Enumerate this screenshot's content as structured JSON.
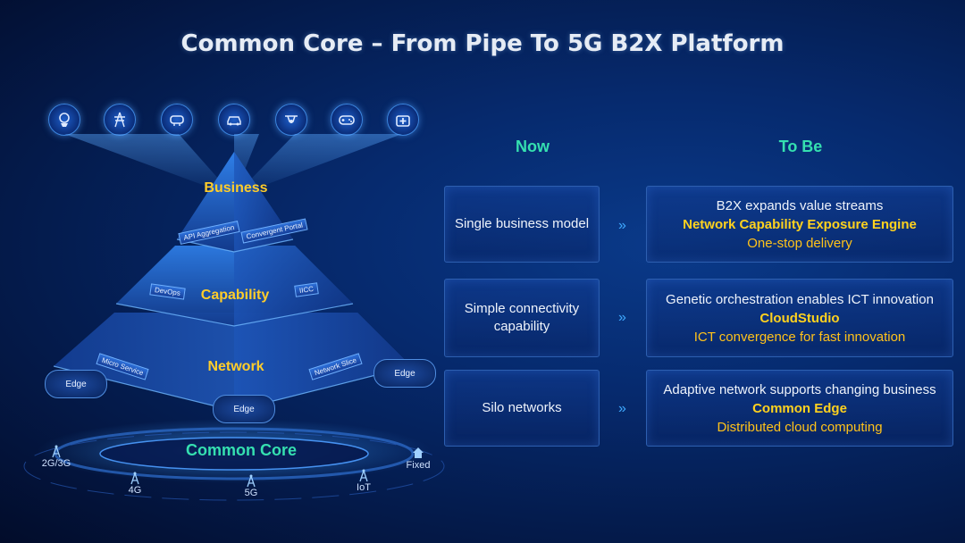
{
  "title": "Common Core – From Pipe To 5G B2X Platform",
  "icons": [
    "vr-headset-icon-1",
    "power-tower-icon",
    "vr-goggles-icon",
    "car-icon",
    "drone-icon",
    "gamepad-icon",
    "medical-kit-icon"
  ],
  "columns": {
    "now": "Now",
    "tobe": "To Be"
  },
  "rows": [
    {
      "now": "Single business model",
      "tobe": [
        "B2X expands value streams",
        "Network Capability Exposure Engine",
        "One-stop delivery"
      ]
    },
    {
      "now": "Simple connectivity capability",
      "tobe": [
        "Genetic orchestration enables  ICT innovation",
        "CloudStudio",
        "ICT convergence for fast innovation"
      ]
    },
    {
      "now": "Silo networks",
      "tobe": [
        "Adaptive network supports changing business",
        "Common Edge",
        "Distributed cloud computing"
      ]
    }
  ],
  "pyramid": {
    "business": "Business",
    "capability": "Capability",
    "network": "Network",
    "chips": {
      "api": "API Aggregation",
      "portal": "Convergent Portal",
      "devops": "DevOps",
      "iicc": "IICC",
      "micro": "Micro Service",
      "slice": "Network Slice"
    },
    "edges": [
      "Edge",
      "Edge",
      "Edge"
    ]
  },
  "common_core": {
    "label": "Common Core",
    "access": [
      "2G/3G",
      "4G",
      "5G",
      "IoT",
      "Fixed"
    ]
  },
  "colors": {
    "accent_green": "#35e0b0",
    "accent_yellow": "#ffd21e",
    "box_border": "#2d5fb0"
  }
}
